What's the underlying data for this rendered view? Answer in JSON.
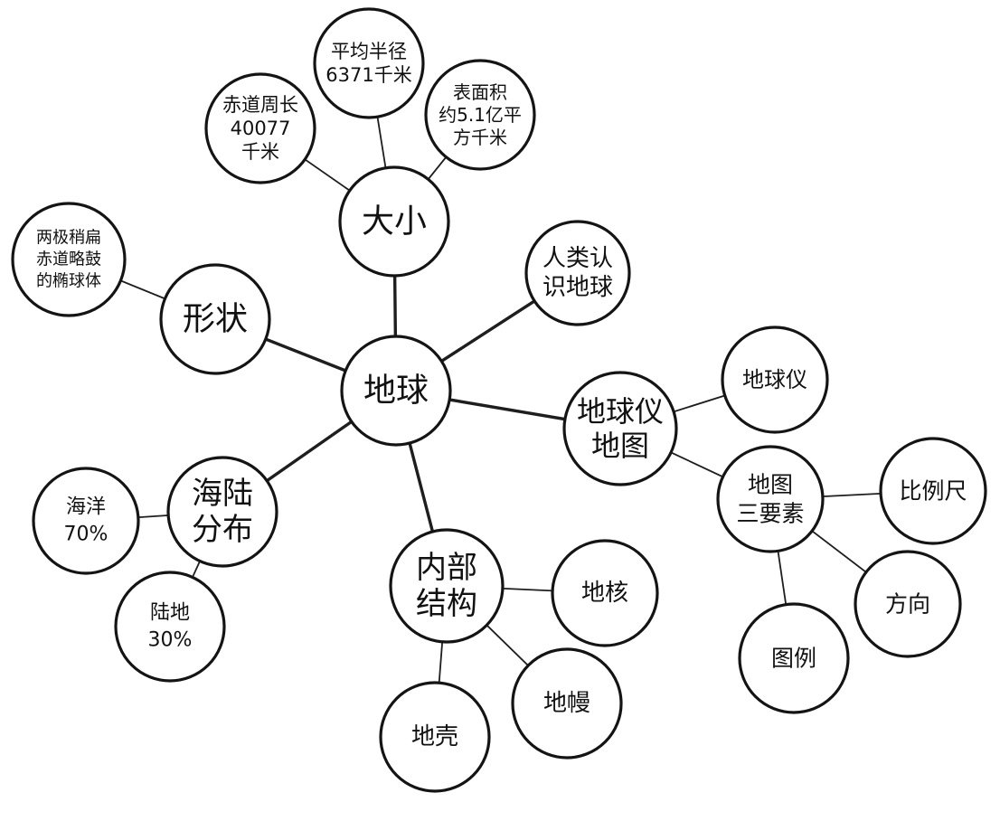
{
  "diagram": {
    "type": "mind-map",
    "colors": {
      "ink": "#141414",
      "background": "#ffffff"
    },
    "nodes": [
      {
        "id": "earth",
        "lines": [
          "地球"
        ]
      },
      {
        "id": "size",
        "lines": [
          "大小"
        ]
      },
      {
        "id": "shape",
        "lines": [
          "形状"
        ]
      },
      {
        "id": "land-sea",
        "lines": [
          "海陆",
          "分布"
        ]
      },
      {
        "id": "structure",
        "lines": [
          "内部",
          "结构"
        ]
      },
      {
        "id": "globe-map",
        "lines": [
          "地球仪",
          "地图"
        ]
      },
      {
        "id": "human-knowledge",
        "lines": [
          "人类认",
          "识地球"
        ]
      },
      {
        "id": "radius",
        "lines": [
          "平均半径",
          "6371千米"
        ]
      },
      {
        "id": "equator",
        "lines": [
          "赤道周长",
          "40077",
          "千米"
        ]
      },
      {
        "id": "surface",
        "lines": [
          "表面积",
          "约5.1亿平",
          "方千米"
        ]
      },
      {
        "id": "ellipsoid",
        "lines": [
          "两极稍扁",
          "赤道略鼓",
          "的椭球体"
        ]
      },
      {
        "id": "ocean",
        "lines": [
          "海洋",
          "70%"
        ]
      },
      {
        "id": "land",
        "lines": [
          "陆地",
          "30%"
        ]
      },
      {
        "id": "core",
        "lines": [
          "地核"
        ]
      },
      {
        "id": "mantle",
        "lines": [
          "地幔"
        ]
      },
      {
        "id": "crust",
        "lines": [
          "地壳"
        ]
      },
      {
        "id": "globe",
        "lines": [
          "地球仪"
        ]
      },
      {
        "id": "map-elements",
        "lines": [
          "地图",
          "三要素"
        ]
      },
      {
        "id": "scale",
        "lines": [
          "比例尺"
        ]
      },
      {
        "id": "direction",
        "lines": [
          "方向"
        ]
      },
      {
        "id": "legend",
        "lines": [
          "图例"
        ]
      }
    ],
    "edges": [
      [
        "earth",
        "size"
      ],
      [
        "earth",
        "shape"
      ],
      [
        "earth",
        "land-sea"
      ],
      [
        "earth",
        "structure"
      ],
      [
        "earth",
        "globe-map"
      ],
      [
        "earth",
        "human-knowledge"
      ],
      [
        "size",
        "radius"
      ],
      [
        "size",
        "equator"
      ],
      [
        "size",
        "surface"
      ],
      [
        "shape",
        "ellipsoid"
      ],
      [
        "land-sea",
        "ocean"
      ],
      [
        "land-sea",
        "land"
      ],
      [
        "structure",
        "core"
      ],
      [
        "structure",
        "mantle"
      ],
      [
        "structure",
        "crust"
      ],
      [
        "globe-map",
        "globe"
      ],
      [
        "globe-map",
        "map-elements"
      ],
      [
        "map-elements",
        "scale"
      ],
      [
        "map-elements",
        "direction"
      ],
      [
        "map-elements",
        "legend"
      ]
    ]
  }
}
